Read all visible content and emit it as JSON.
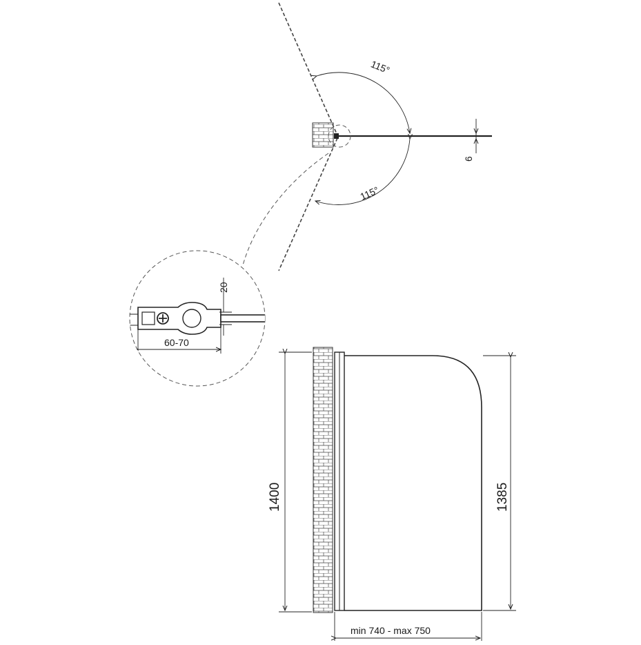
{
  "top_view": {
    "angle_open": "115°",
    "angle_close": "115°",
    "glass_thickness": "6"
  },
  "detail_view": {
    "offset": "20",
    "hinge_span": "60-70"
  },
  "front_view": {
    "overall_height": "1400",
    "glass_height": "1385",
    "width": "min 740 - max 750"
  },
  "colors": {
    "line": "#222222",
    "background": "#ffffff"
  }
}
